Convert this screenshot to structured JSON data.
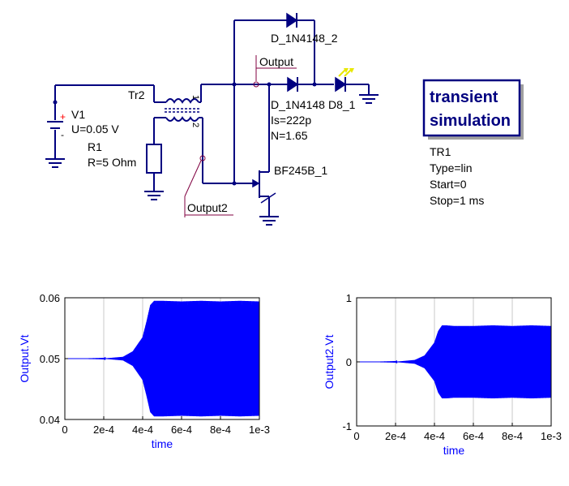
{
  "schematic": {
    "source": {
      "name": "V1",
      "param": "U=0.05 V",
      "plus": "+",
      "minus": "-"
    },
    "resistor": {
      "name": "R1",
      "param": "R=5 Ohm"
    },
    "transformer": {
      "name": "Tr2",
      "pin1": "1",
      "pin2": "2"
    },
    "diode_top": {
      "name": "D_1N4148_2"
    },
    "diode_mid": {
      "name": "D_1N4148",
      "param_is": "Is=222p",
      "param_n": "N=1.65"
    },
    "led": {
      "name": "D8_1"
    },
    "fet": {
      "name": "BF245B_1"
    },
    "probe_output": "Output",
    "probe_output2": "Output2",
    "simulation": {
      "title_line1": "transient",
      "title_line2": "simulation",
      "name": "TR1",
      "type": "Type=lin",
      "start": "Start=0",
      "stop": "Stop=1 ms"
    }
  },
  "chart_data": [
    {
      "type": "line",
      "ylabel": "Output.Vt",
      "xlabel": "time",
      "xlim": [
        0,
        0.001
      ],
      "ylim": [
        0.04,
        0.06
      ],
      "xticks": [
        "0",
        "2e-4",
        "4e-4",
        "6e-4",
        "8e-4",
        "1e-3"
      ],
      "yticks": [
        "0.04",
        "0.05",
        "0.06"
      ],
      "grid": true,
      "color": "#0000ff",
      "envelope": {
        "center": 0.05,
        "x": [
          0,
          0.0001,
          0.0002,
          0.0003,
          0.00035,
          0.0004,
          0.00042,
          0.00044,
          0.00046,
          0.0005,
          0.0006,
          0.0007,
          0.0008,
          0.0009,
          0.001
        ],
        "amplitude": [
          0,
          0,
          2e-05,
          0.0003,
          0.0012,
          0.0035,
          0.006,
          0.0088,
          0.0095,
          0.0095,
          0.0094,
          0.0095,
          0.0094,
          0.0095,
          0.0094
        ]
      }
    },
    {
      "type": "line",
      "ylabel": "Output2.Vt",
      "xlabel": "time",
      "xlim": [
        0,
        0.001
      ],
      "ylim": [
        -1,
        1
      ],
      "xticks": [
        "0",
        "2e-4",
        "4e-4",
        "6e-4",
        "8e-4",
        "1e-3"
      ],
      "yticks": [
        "-1",
        "0",
        "1"
      ],
      "grid": true,
      "color": "#0000ff",
      "envelope": {
        "center": 0,
        "x": [
          0,
          0.0001,
          0.0002,
          0.0003,
          0.00035,
          0.0004,
          0.00042,
          0.00044,
          0.00046,
          0.0005,
          0.0006,
          0.0007,
          0.0008,
          0.0009,
          0.001
        ],
        "amplitude": [
          0,
          0,
          0.002,
          0.03,
          0.1,
          0.3,
          0.48,
          0.57,
          0.57,
          0.56,
          0.56,
          0.57,
          0.56,
          0.57,
          0.56
        ]
      }
    }
  ]
}
